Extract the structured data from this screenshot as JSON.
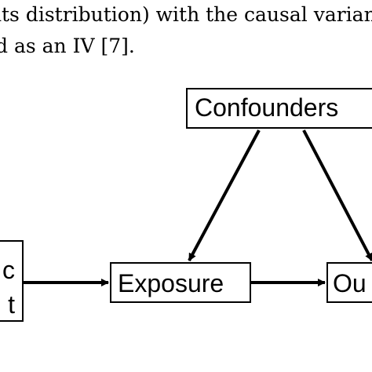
{
  "text": {
    "line1": "its distribution) with the causal varian",
    "line2": "d as an IV [7]."
  },
  "diagram": {
    "nodes": {
      "confounders": "Confounders",
      "exposure": "Exposure",
      "outcome": "Ou",
      "instrument_line1": "c",
      "instrument_line2": "t"
    },
    "edges": [
      {
        "from": "confounders",
        "to": "exposure"
      },
      {
        "from": "confounders",
        "to": "outcome"
      },
      {
        "from": "instrument",
        "to": "exposure"
      },
      {
        "from": "exposure",
        "to": "outcome"
      }
    ]
  }
}
